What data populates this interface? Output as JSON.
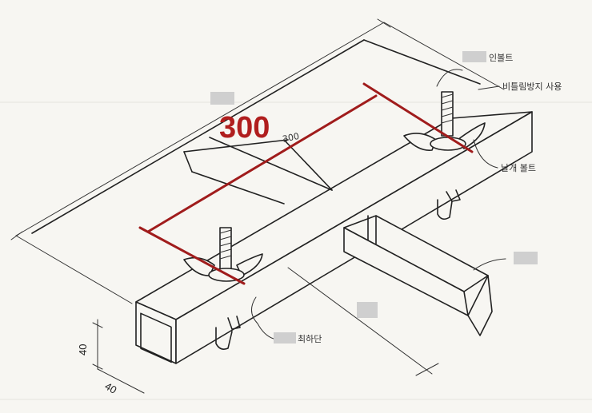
{
  "dimensions": {
    "spacing": "300",
    "height": "40",
    "width": "40",
    "small_note": "300"
  },
  "callouts": {
    "bolt_top": "인볼트",
    "wing_spec": "비틀림방지 사용",
    "wing_nut": "날개 볼트",
    "channel": "",
    "pipe_bolt": "최하단"
  },
  "colors": {
    "dimension_red": "#a01c1c",
    "ink": "#222222"
  }
}
